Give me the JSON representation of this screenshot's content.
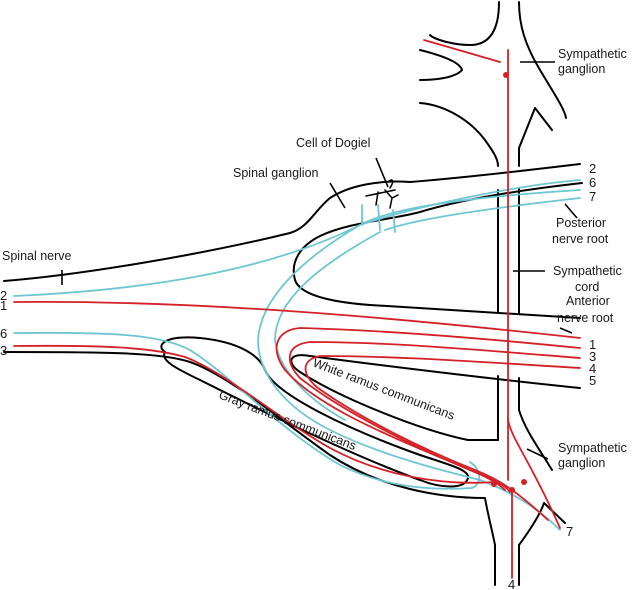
{
  "diagram": {
    "title": "Spinal nerve and sympathetic trunk connections",
    "colors": {
      "outline": "#000000",
      "preganglionic_fibers": "#d42027",
      "sensory_fibers": "#6ec6d3"
    },
    "labels": {
      "sympathetic_ganglion_top": [
        "Sympathetic",
        "ganglion"
      ],
      "cell_of_dogiel": "Cell of Dogiel",
      "spinal_ganglion": "Spinal ganglion",
      "posterior_nerve_root": [
        "Posterior",
        "nerve root"
      ],
      "spinal_nerve": "Spinal nerve",
      "sympathetic_cord": [
        "Sympathetic",
        "cord"
      ],
      "anterior_nerve_root": [
        "Anterior",
        "nerve root"
      ],
      "white_ramus": "White  ramus  communicans",
      "gray_ramus": "Gray   ramus   communicans",
      "sympathetic_ganglion_bottom": [
        "Sympathetic",
        "ganglion"
      ]
    },
    "fiber_numbers": {
      "posterior_root": [
        "2",
        "6",
        "7"
      ],
      "anterior_root": [
        "1",
        "3",
        "4",
        "5"
      ],
      "spinal_nerve_upper": [
        "2",
        "1"
      ],
      "spinal_nerve_lower": [
        "6",
        "3"
      ],
      "bottom_right": "7",
      "bottom_center": "4"
    }
  }
}
